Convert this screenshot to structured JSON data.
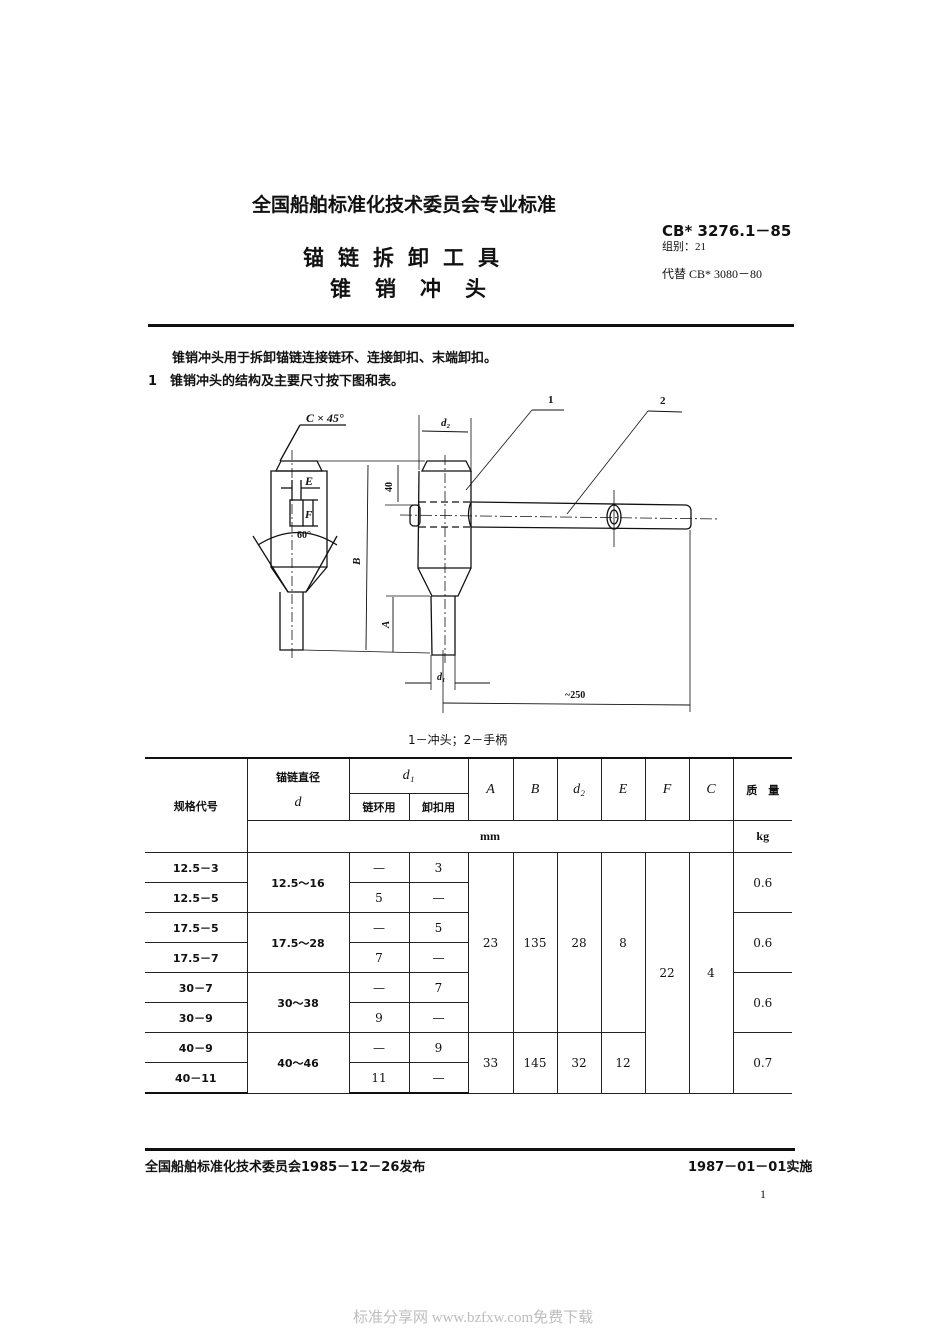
{
  "header": {
    "committee_title": "全国船舶标准化技术委员会专业标准",
    "standard_number": "CB* 3276.1－85",
    "group": "组别：21",
    "replaces": "代替 CB* 3080－80",
    "title_line1": "锚链拆卸工具",
    "title_line2": "锥销冲头"
  },
  "body": {
    "intro": "锥销冲头用于拆卸锚链连接链环、连接卸扣、末端卸扣。",
    "section_number": "1",
    "section_text": "锥销冲头的结构及主要尺寸按下图和表。"
  },
  "figure": {
    "labels": {
      "chamfer": "C × 45°",
      "d2": "d₂",
      "part1": "1",
      "part2": "2",
      "E": "E",
      "F": "F",
      "angle": "60°",
      "dim40": "40",
      "B": "B",
      "A": "A",
      "d1": "d₁",
      "length": "~250"
    },
    "caption": "1－冲头；2－手柄"
  },
  "table": {
    "headers": {
      "spec_code": "规格代号",
      "chain_diameter": "锚链直径",
      "chain_diameter_symbol": "d",
      "d1": "d₁",
      "d1_link": "链环用",
      "d1_shackle": "卸扣用",
      "A": "A",
      "B": "B",
      "d2": "d₂",
      "E": "E",
      "F": "F",
      "C": "C",
      "mass": "质　量",
      "unit_mm": "mm",
      "unit_kg": "kg"
    },
    "rows": [
      {
        "code": "12.5－3",
        "d": "12.5～16",
        "d1_link": "—",
        "d1_shackle": "3"
      },
      {
        "code": "12.5－5",
        "d": "",
        "d1_link": "5",
        "d1_shackle": "—"
      },
      {
        "code": "17.5－5",
        "d": "17.5～28",
        "d1_link": "—",
        "d1_shackle": "5"
      },
      {
        "code": "17.5－7",
        "d": "",
        "d1_link": "7",
        "d1_shackle": "—"
      },
      {
        "code": "30－7",
        "d": "30～38",
        "d1_link": "—",
        "d1_shackle": "7"
      },
      {
        "code": "30－9",
        "d": "",
        "d1_link": "9",
        "d1_shackle": "—"
      },
      {
        "code": "40－9",
        "d": "40～46",
        "d1_link": "—",
        "d1_shackle": "9"
      },
      {
        "code": "40－11",
        "d": "",
        "d1_link": "11",
        "d1_shackle": "—"
      }
    ],
    "group_values": {
      "small": {
        "A": "23",
        "B": "135",
        "d2": "28",
        "E": "8"
      },
      "large": {
        "A": "33",
        "B": "145",
        "d2": "32",
        "E": "12"
      },
      "F": "22",
      "C": "4"
    },
    "mass": [
      "0.6",
      "0.6",
      "0.6",
      "0.7"
    ]
  },
  "footer": {
    "publisher": "全国船舶标准化技术委员会1985－12－26发布",
    "effective": "1987－01－01实施",
    "page_number": "1",
    "watermark": "标准分享网 www.bzfxw.com免费下载"
  }
}
